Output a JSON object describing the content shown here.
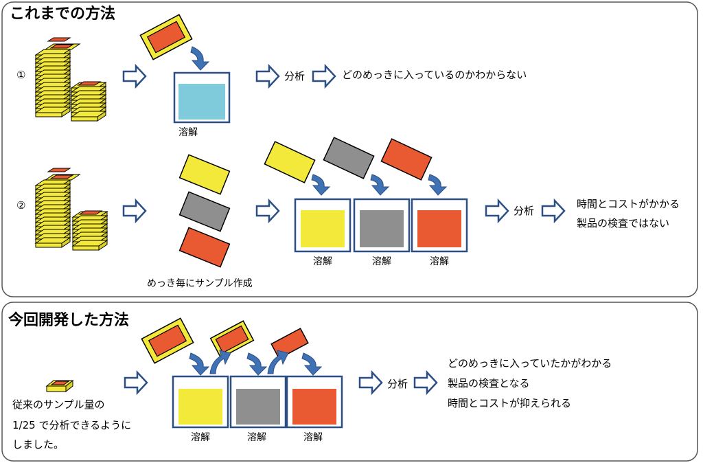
{
  "colors": {
    "yellow": "#f2e93a",
    "gray": "#8f8f8f",
    "orange": "#ea5a32",
    "light_blue": "#7fcbdb",
    "frame": "#2b4f84",
    "arrow_blue": "#3f72b5"
  },
  "previous": {
    "title": "これまでの方法",
    "row1": {
      "marker": "①",
      "dissolve": "溶解",
      "analysis": "分析",
      "result": "どのめっきに入っているのかわからない"
    },
    "row2": {
      "marker": "②",
      "sample_caption": "めっき毎にサンプル作成",
      "dissolve_labels": [
        "溶解",
        "溶解",
        "溶解"
      ],
      "analysis": "分析",
      "result_lines": [
        "時間とコストがかかる",
        "製品の検査ではない"
      ]
    }
  },
  "new": {
    "title": "今回開発した方法",
    "note_lines": [
      "従来のサンプル量の",
      "1/25 で分析できるように",
      "しました。"
    ],
    "dissolve_labels": [
      "溶解",
      "溶解",
      "溶解"
    ],
    "analysis": "分析",
    "result_lines": [
      "どのめっきに入っていたかがわかる",
      "製品の検査となる",
      "時間とコストが抑えられる"
    ]
  }
}
